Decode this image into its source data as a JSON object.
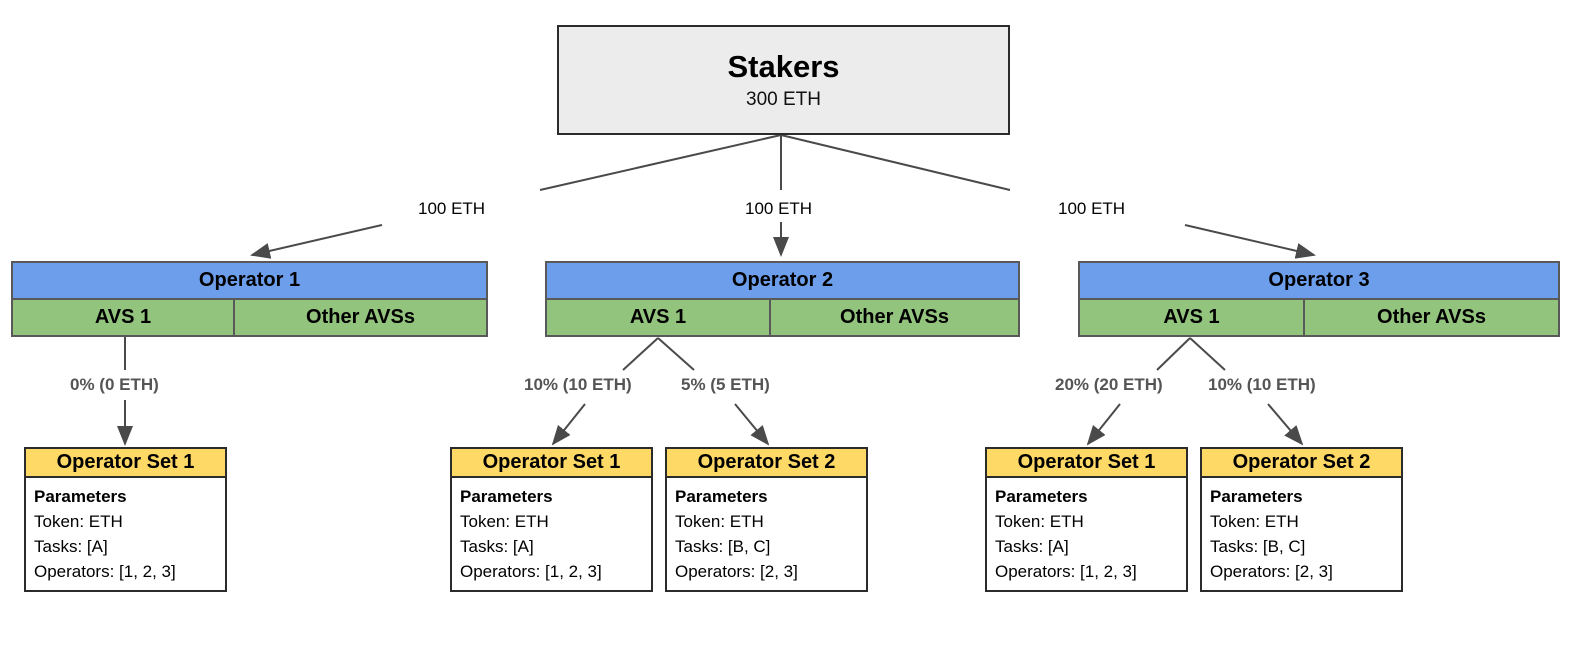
{
  "diagram": {
    "title_node": {
      "name": "Stakers",
      "amount": "300 ETH"
    },
    "stake_edges": [
      {
        "label": "100 ETH"
      },
      {
        "label": "100 ETH"
      },
      {
        "label": "100 ETH"
      }
    ],
    "operators": [
      {
        "name": "Operator 1",
        "avs_primary": "AVS 1",
        "avs_other": "Other AVSs",
        "allocations": [
          {
            "label": "0% (0 ETH)"
          }
        ],
        "operator_sets": [
          {
            "title": "Operator Set 1",
            "params_heading": "Parameters",
            "token": "Token: ETH",
            "tasks": "Tasks: [A]",
            "operators": "Operators: [1, 2, 3]"
          }
        ]
      },
      {
        "name": "Operator 2",
        "avs_primary": "AVS 1",
        "avs_other": "Other AVSs",
        "allocations": [
          {
            "label": "10% (10 ETH)"
          },
          {
            "label": "5% (5 ETH)"
          }
        ],
        "operator_sets": [
          {
            "title": "Operator Set 1",
            "params_heading": "Parameters",
            "token": "Token: ETH",
            "tasks": "Tasks: [A]",
            "operators": "Operators: [1, 2, 3]"
          },
          {
            "title": "Operator Set 2",
            "params_heading": "Parameters",
            "token": "Token: ETH",
            "tasks": "Tasks: [B, C]",
            "operators": "Operators: [2, 3]"
          }
        ]
      },
      {
        "name": "Operator 3",
        "avs_primary": "AVS 1",
        "avs_other": "Other AVSs",
        "allocations": [
          {
            "label": "20% (20 ETH)"
          },
          {
            "label": "10% (10 ETH)"
          }
        ],
        "operator_sets": [
          {
            "title": "Operator Set 1",
            "params_heading": "Parameters",
            "token": "Token: ETH",
            "tasks": "Tasks: [A]",
            "operators": "Operators: [1, 2, 3]"
          },
          {
            "title": "Operator Set 2",
            "params_heading": "Parameters",
            "token": "Token: ETH",
            "tasks": "Tasks: [B, C]",
            "operators": "Operators: [2, 3]"
          }
        ]
      }
    ],
    "colors": {
      "stakers_fill": "#ececec",
      "operator_fill": "#6d9eeb",
      "avs_fill": "#93c47d",
      "operator_set_fill": "#ffd966",
      "edge_stroke": "#3f3f3f",
      "pct_label_color": "#555555"
    }
  }
}
